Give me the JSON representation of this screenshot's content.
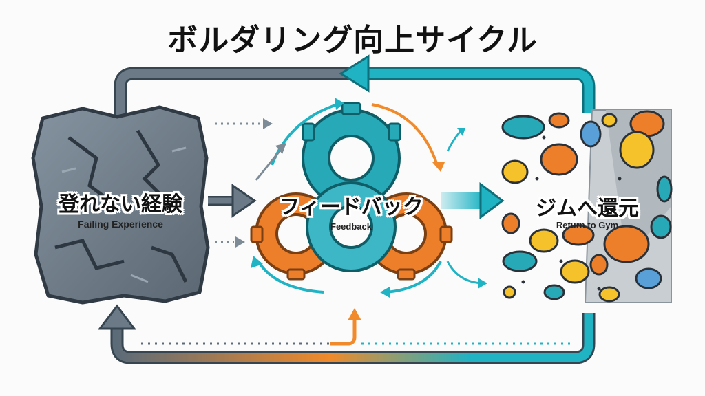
{
  "title": "ボルダリング向上サイクル",
  "nodes": {
    "failing": {
      "label_jp": "登れない経験",
      "label_en": "Failing Experience"
    },
    "feedback": {
      "label_jp": "フィードバック",
      "label_en": "Feedback"
    },
    "gym": {
      "label_jp": "ジムへ還元",
      "label_en": "Return to Gym"
    }
  },
  "colors": {
    "teal": "#1fb3c4",
    "orange": "#f08a2a",
    "slate": "#5c6b78",
    "rock": "#6f7c88",
    "gear_teal": "#27a9b8",
    "gear_orange": "#ee7f2a"
  },
  "icons": [
    "rock-icon",
    "gears-icon",
    "climbing-holds-icon",
    "arrow-icon"
  ]
}
